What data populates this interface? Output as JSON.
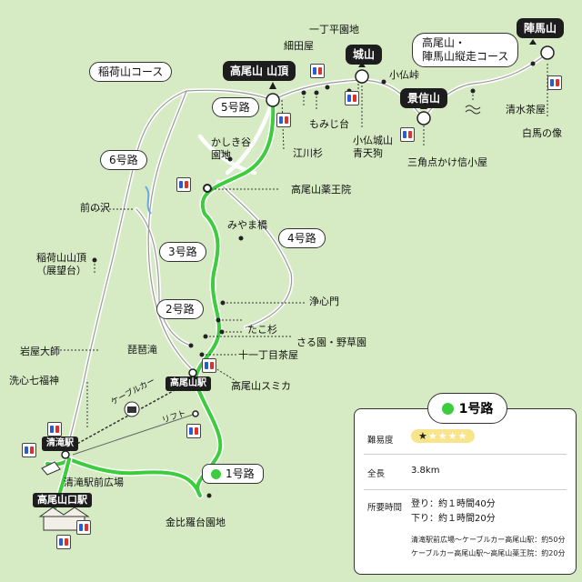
{
  "route": {
    "name": "1号路",
    "color": "#3dcc3d",
    "difficulty_label": "難易度",
    "difficulty_level": 1,
    "difficulty_max": 5,
    "length_label": "全長",
    "length_value": "3.8km",
    "time_label": "所要時間",
    "time_up": "登り：約１時間40分",
    "time_down": "下り：約１時間20分",
    "note_1": "清滝駅前広場〜ケーブルカー高尾山駅：約50分",
    "note_2": "ケーブルカー高尾山駅〜高尾山薬王院：約20分"
  },
  "peaks": {
    "takao": "高尾山 山頂",
    "shiro": "城山",
    "kagenobu": "景信山",
    "jinba": "陣馬山"
  },
  "trails": {
    "inari_course": "稲荷山コース",
    "jinba_course": "高尾山・\n陣馬山縦走コース",
    "route_5": "5号路",
    "route_6": "6号路",
    "route_4": "4号路",
    "route_3": "3号路",
    "route_2": "2号路",
    "route_1": "1号路"
  },
  "labels": {
    "icchodaira": "一丁平園地",
    "hosodaya": "細田屋",
    "kobotoke_pass": "小仏峠",
    "momijidai": "もみじ台",
    "egawasugi": "江川杉",
    "kobotoke_shiroyama": "小仏城山\n青天狗",
    "sankaku": "三角点かけ信小屋",
    "shimizu": "清水茶屋",
    "hakuba": "白馬の像",
    "kashimidani": "かしき谷\n園地",
    "yakuoin": "高尾山薬王院",
    "maenosawa": "前の沢",
    "miyamabashi": "みやま橋",
    "inari_summit": "稲荷山山頂\n（展望台）",
    "joshinmon": "浄心門",
    "takosugi": "たこ杉",
    "saruen": "さる園・野草園",
    "biwataki": "琵琶滝",
    "iwayataishi": "岩屋大師",
    "jujichome": "十一丁目茶屋",
    "araishichifukujin": "洗心七福神",
    "sumika": "高尾山スミカ",
    "cablecar": "ケーブルカー",
    "lift": "リフト",
    "kiyotaki_plaza": "清滝駅前広場",
    "konpira": "金比羅台園地"
  },
  "stations": {
    "takaosan": "高尾山駅",
    "kiyotaki": "清滝駅",
    "takaosanguchi": "高尾山口駅"
  },
  "colors": {
    "background": "#d6ebc4",
    "route_1_line": "#3dcc3d",
    "trail_outline": "#ffffff",
    "peak_label": "#1d1d1d"
  }
}
